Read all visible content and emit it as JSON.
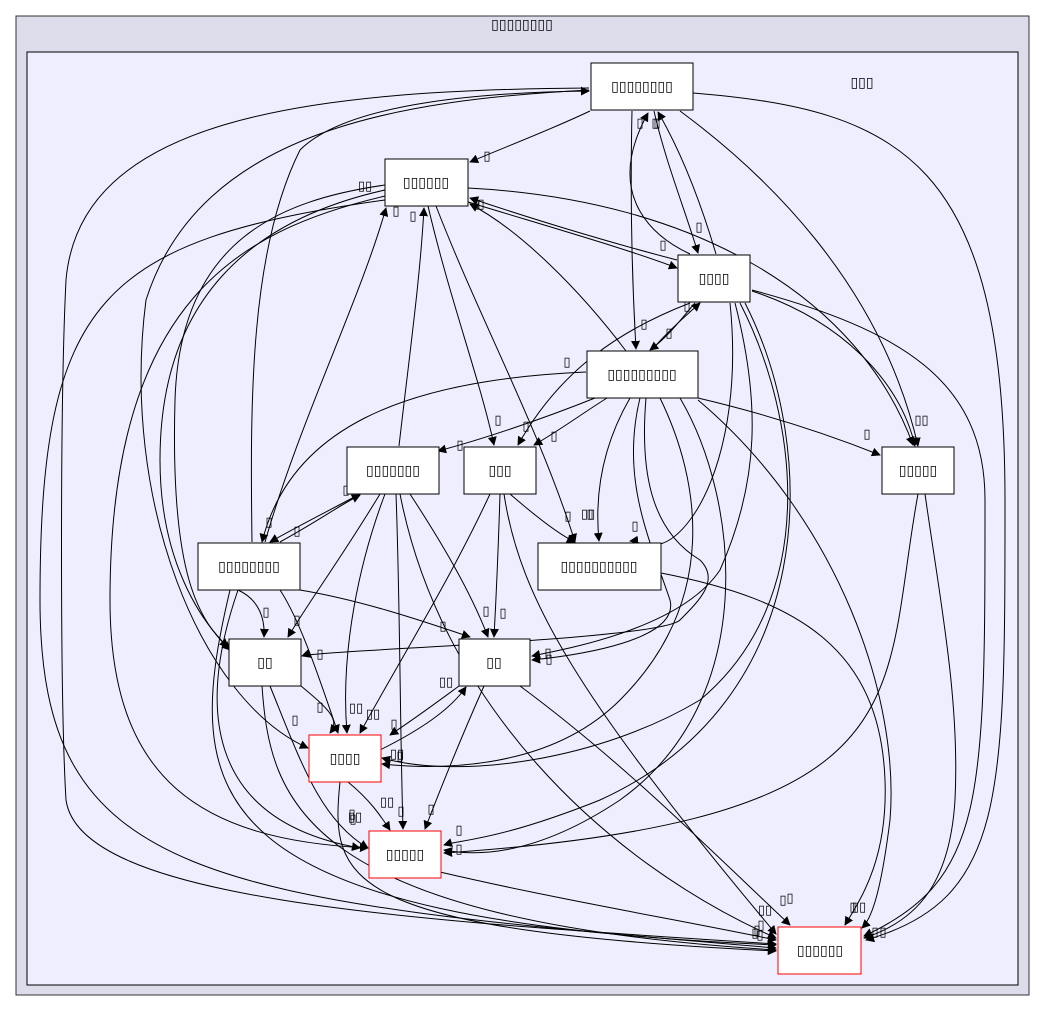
{
  "outer_cluster": {
    "title": "▯▯▯▯▯▯▯▯",
    "fill": "#dcdcea",
    "stroke": "#333333"
  },
  "inner_cluster": {
    "title": "▯▯▯",
    "fill": "#eeeeff",
    "stroke": "#000000"
  },
  "colors": {
    "node_fill": "#ffffff",
    "node_stroke": "#000000",
    "external_stroke": "#ff0000",
    "edge": "#000000"
  },
  "nodes": [
    {
      "id": "n1",
      "label": "▯▯▯▯▯▯▯▯",
      "external": false
    },
    {
      "id": "n2",
      "label": "▯▯▯▯▯▯",
      "external": false
    },
    {
      "id": "n3",
      "label": "▯▯▯▯",
      "external": false
    },
    {
      "id": "n4",
      "label": "▯▯▯▯▯▯▯▯▯",
      "external": false
    },
    {
      "id": "n5",
      "label": "▯▯▯▯▯▯▯",
      "external": false
    },
    {
      "id": "n6",
      "label": "▯▯▯",
      "external": false
    },
    {
      "id": "n7",
      "label": "▯▯▯▯▯",
      "external": false
    },
    {
      "id": "n8",
      "label": "▯▯▯▯▯▯▯▯",
      "external": false
    },
    {
      "id": "n9",
      "label": "▯▯▯▯▯▯▯▯▯▯",
      "external": false
    },
    {
      "id": "n10",
      "label": "▯▯",
      "external": false
    },
    {
      "id": "n11",
      "label": "▯▯",
      "external": false
    },
    {
      "id": "n12",
      "label": "▯▯▯▯",
      "external": true
    },
    {
      "id": "n13",
      "label": "▯▯▯▯▯",
      "external": true
    },
    {
      "id": "n14",
      "label": "▯▯▯▯▯▯",
      "external": true
    }
  ],
  "edge_labels": [
    "▯",
    "▯",
    "▯",
    "▯",
    "▯",
    "▯▯",
    "▯",
    "▯",
    "▯",
    "▯",
    "▯▯",
    "▯",
    "▯",
    "▯",
    "▯",
    "▯",
    "▯",
    "▯",
    "▯",
    "▯",
    "▯",
    "▯",
    "▯",
    "▯",
    "▯",
    "▯",
    "▯",
    "▯",
    "▯",
    "▯",
    "▯▯",
    "▯",
    "▯▯",
    "▯",
    "▯",
    "▯",
    "▯",
    "▯▯",
    "▯",
    "▯",
    "▯",
    "▯▯",
    "▯",
    "▯",
    "▯",
    "▯▯",
    "▯",
    "▯",
    "▯",
    "▯",
    "▯",
    "▯▯",
    "▯",
    "▯",
    "▯",
    "▯",
    "▯",
    "▯▯",
    "▯",
    "▯",
    "▯",
    "▯▯",
    "▯",
    "▯"
  ]
}
